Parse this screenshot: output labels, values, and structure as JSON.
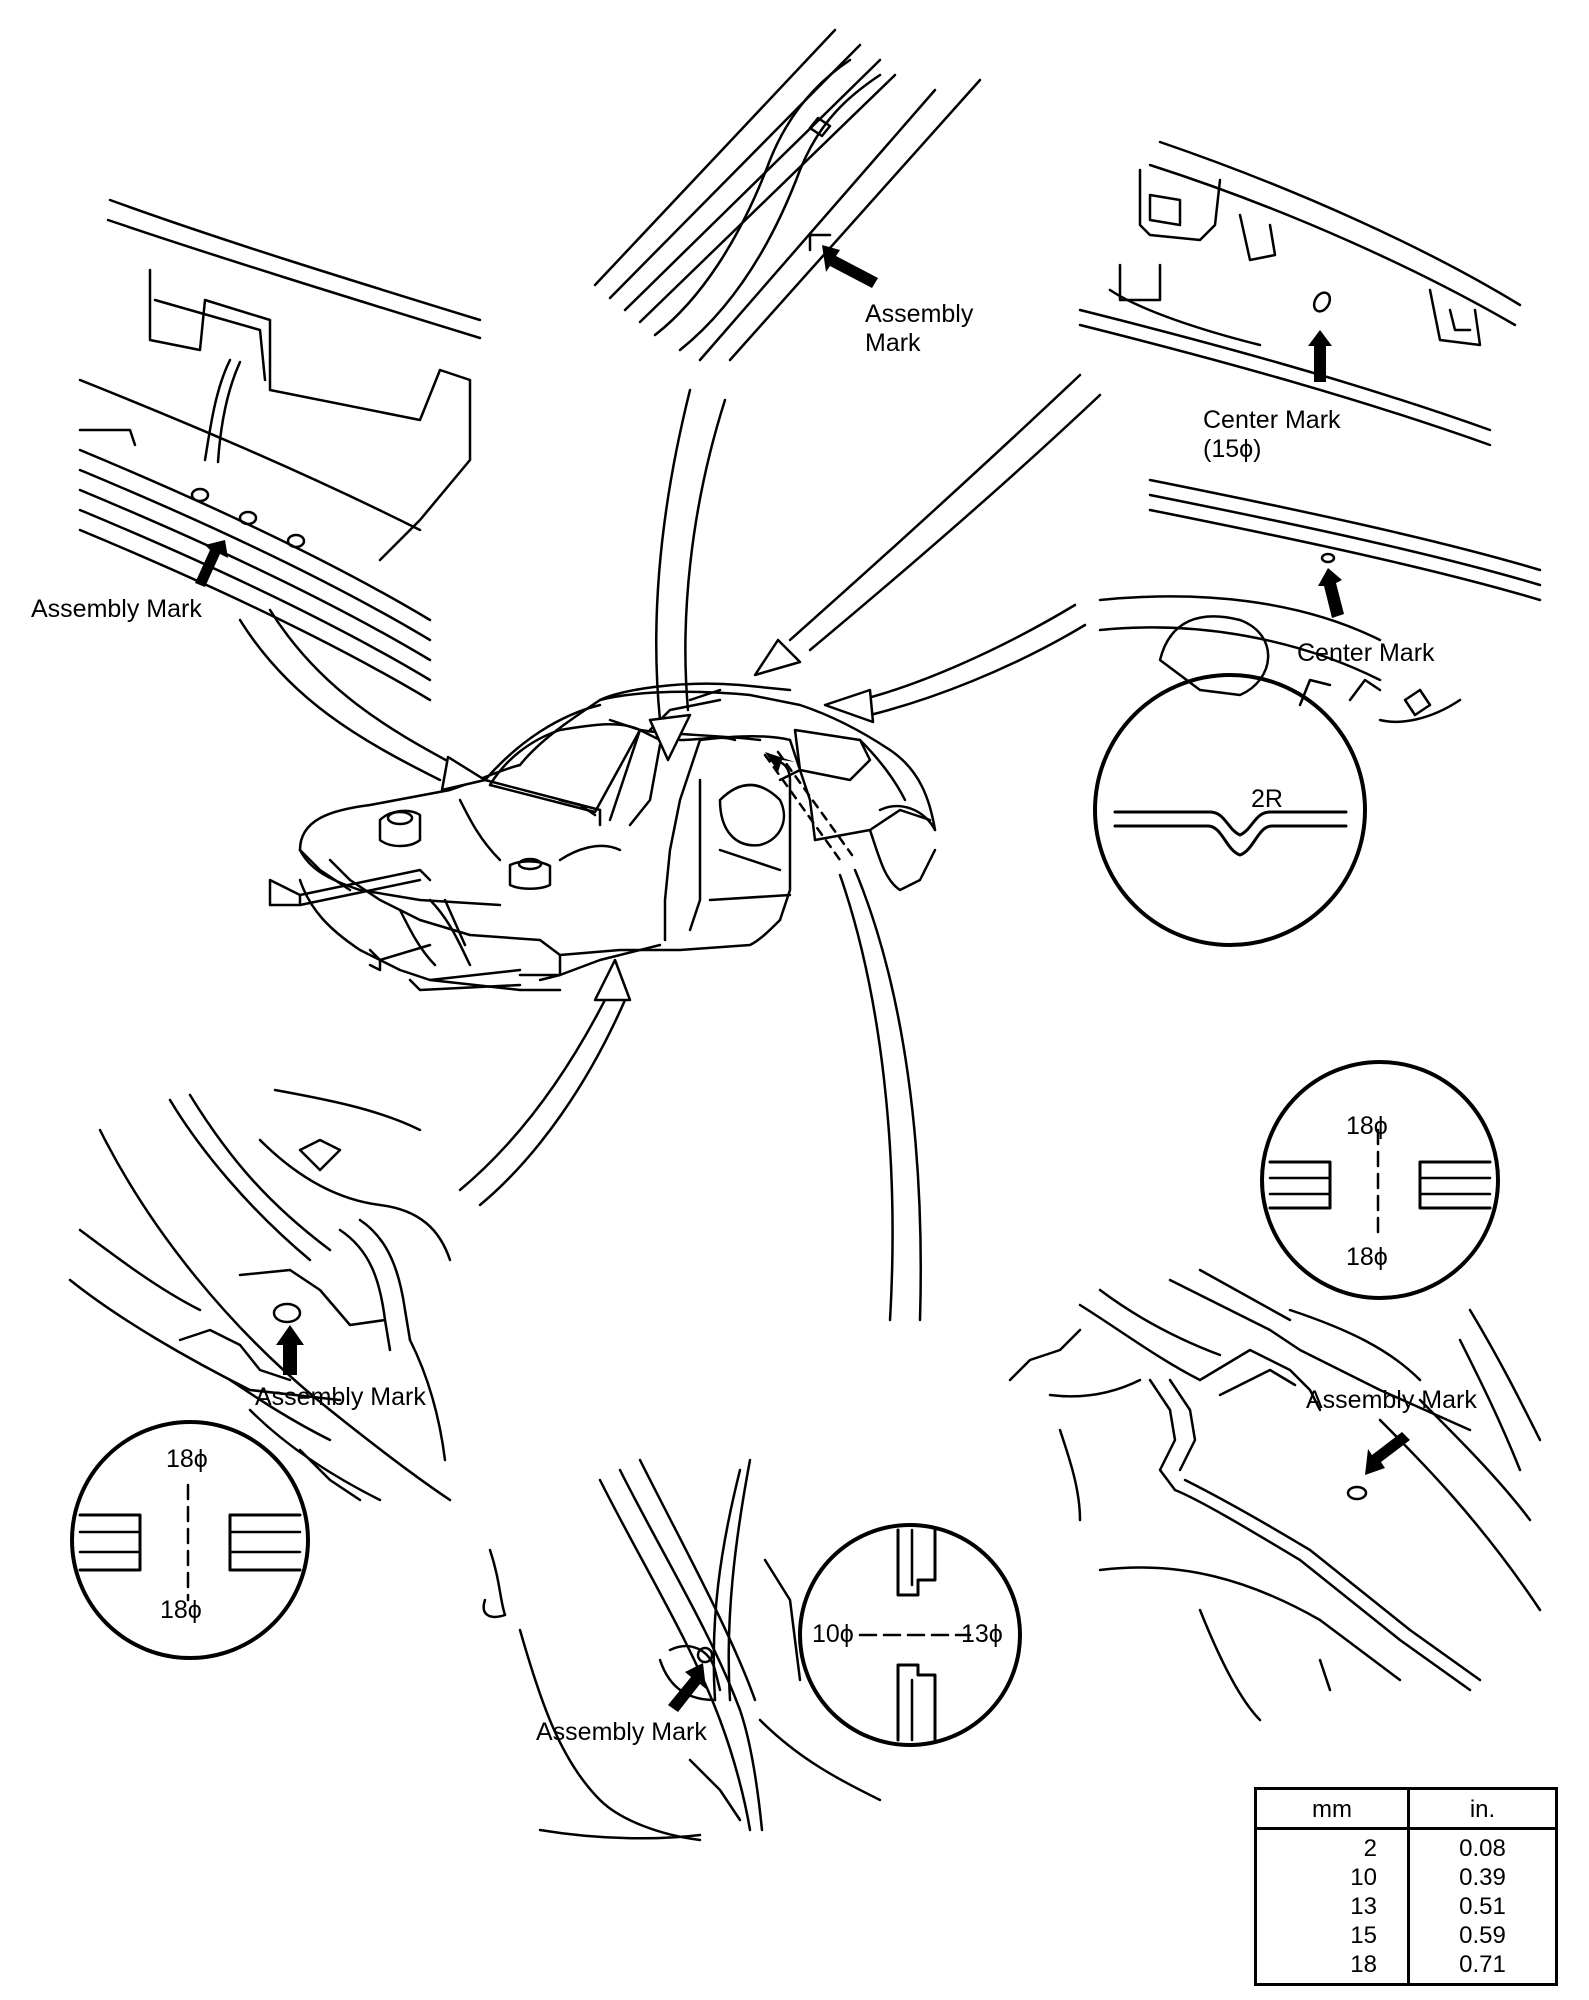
{
  "labels": {
    "assembly_mark_top": [
      "Assembly",
      "Mark"
    ],
    "assembly_mark_left": "Assembly Mark",
    "center_mark_15": [
      "Center Mark",
      "(15ϕ)"
    ],
    "center_mark_right": "Center Mark",
    "radius_2r": "2R",
    "assembly_mark_bottom_left": "Assembly Mark",
    "assembly_mark_bottom_center": "Assembly Mark",
    "assembly_mark_right": "Assembly Mark",
    "dim_18_top_right": "18ϕ",
    "dim_18_bottom_right": "18ϕ",
    "dim_18_top_left": "18ϕ",
    "dim_18_bottom_left": "18ϕ",
    "dim_10": "10ϕ",
    "dim_13": "13ϕ"
  },
  "conversion_table": {
    "headers": [
      "mm",
      "in."
    ],
    "rows": [
      [
        "2",
        "0.08"
      ],
      [
        "10",
        "0.39"
      ],
      [
        "13",
        "0.51"
      ],
      [
        "15",
        "0.59"
      ],
      [
        "18",
        "0.71"
      ]
    ]
  }
}
